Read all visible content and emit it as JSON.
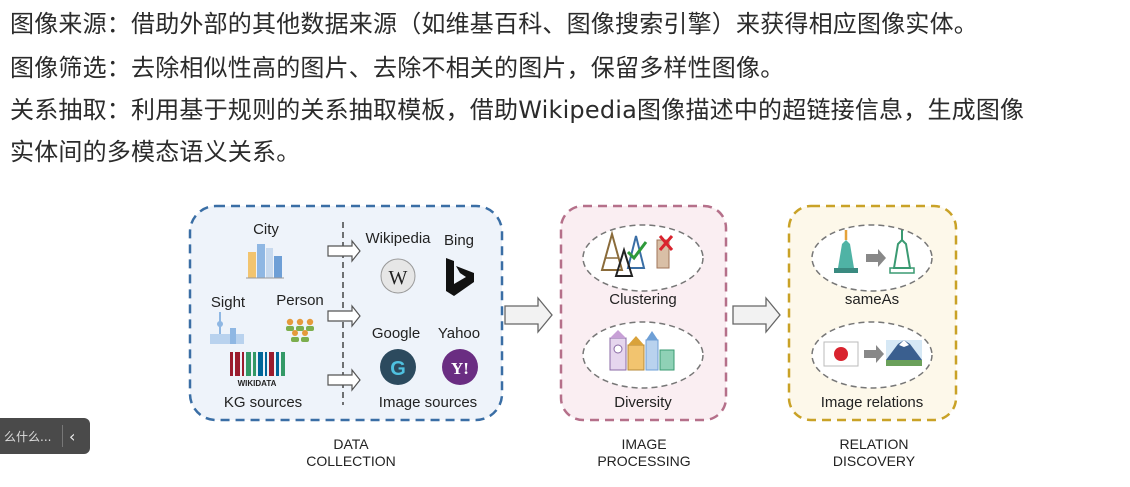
{
  "text_lines": [
    "图像来源：借助外部的其他数据来源（如维基百科、图像搜索引擎）来获得相应图像实体。",
    "图像筛选：去除相似性高的图片、去除不相关的图片，保留多样性图像。",
    "关系抽取：利用基于规则的关系抽取模板，借助Wikipedia图像描述中的超链接信息，生成图像",
    "实体间的多模态语义关系。"
  ],
  "diagram": {
    "data_collection": {
      "city": "City",
      "sight": "Sight",
      "person": "Person",
      "wikidata_logo_text": "WIKIDATA",
      "kg_sources": "KG sources",
      "wikipedia": "Wikipedia",
      "bing": "Bing",
      "google": "Google",
      "yahoo": "Yahoo",
      "image_sources": "Image sources",
      "caption_line1": "DATA",
      "caption_line2": "COLLECTION",
      "border_color": "#3a6ea5"
    },
    "image_processing": {
      "clustering": "Clustering",
      "diversity": "Diversity",
      "caption_line1": "IMAGE",
      "caption_line2": "PROCESSING",
      "border_color": "#b5708a"
    },
    "relation_discovery": {
      "same_as": "sameAs",
      "image_relations": "Image relations",
      "caption_line1": "RELATION",
      "caption_line2": "DISCOVERY",
      "border_color": "#c9a227"
    }
  },
  "floating_toolbar": {
    "text": "么什么...",
    "chevron_icon": "chevron-left-icon"
  }
}
